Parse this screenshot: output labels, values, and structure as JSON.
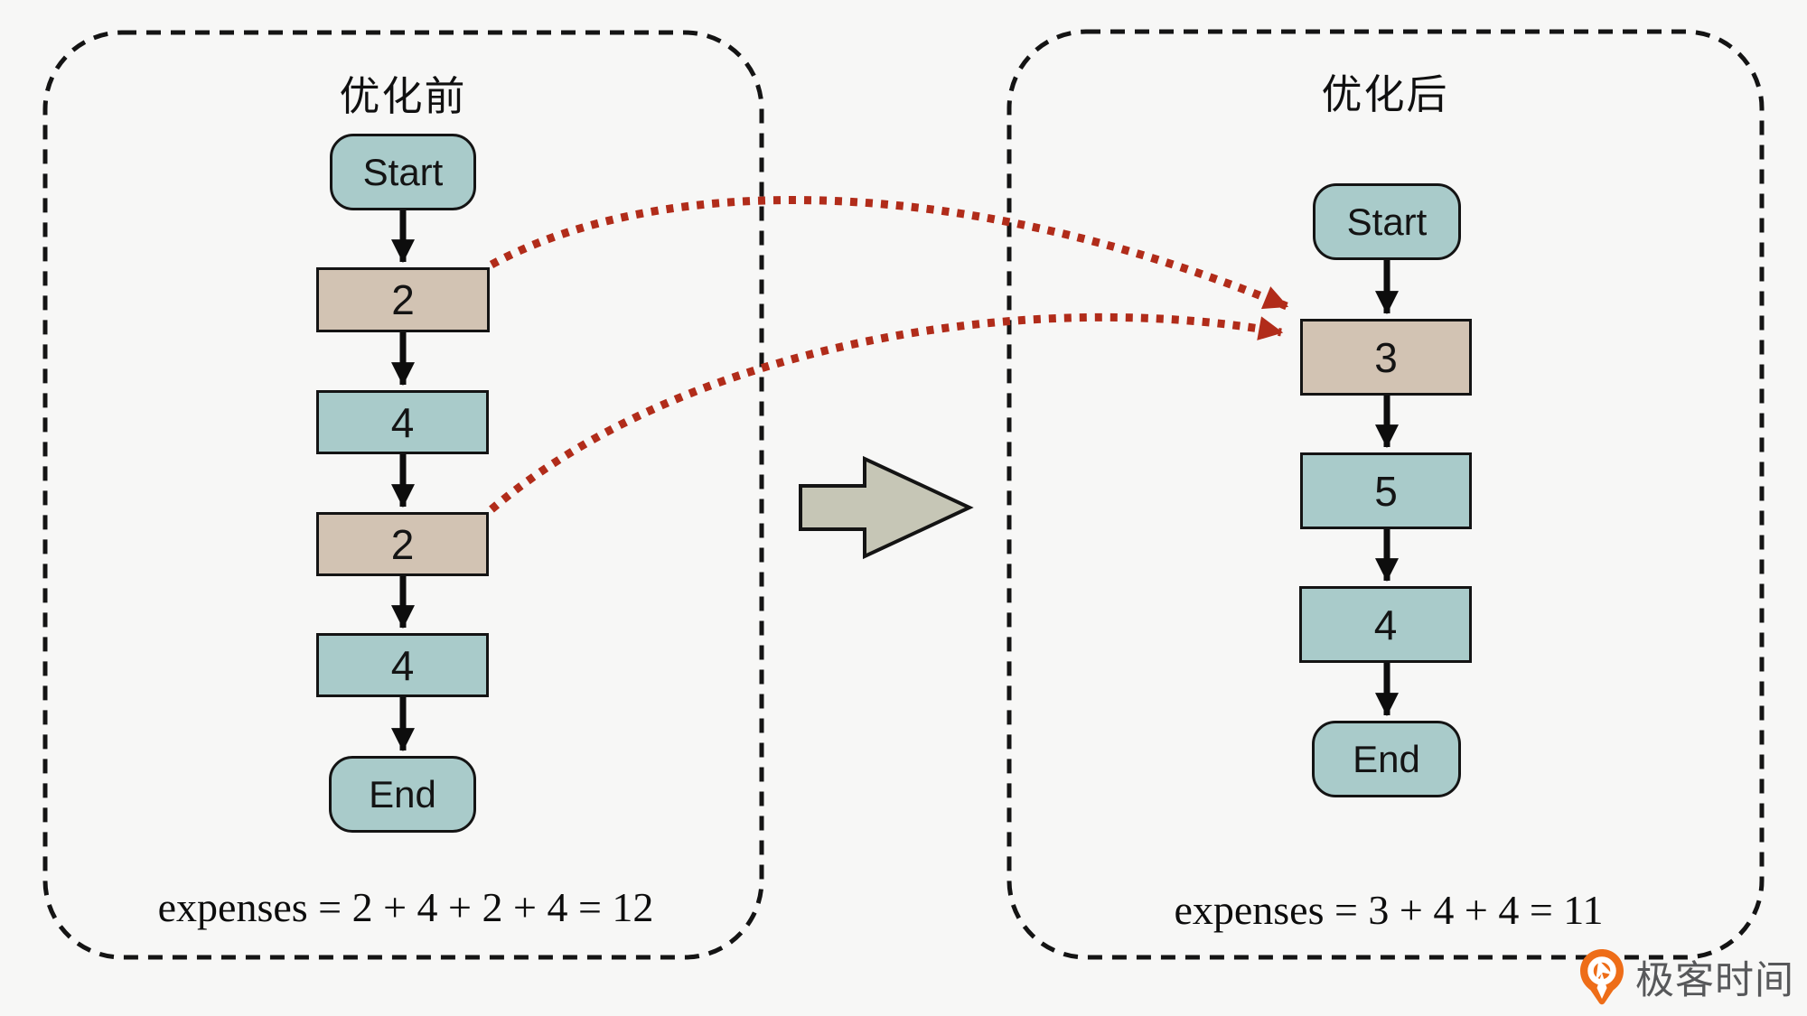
{
  "left_panel": {
    "title": "优化前",
    "nodes": [
      {
        "label": "Start"
      },
      {
        "label": "2"
      },
      {
        "label": "4"
      },
      {
        "label": "2"
      },
      {
        "label": "4"
      },
      {
        "label": "End"
      }
    ],
    "expenses": "expenses = 2 + 4 + 2 + 4 = 12"
  },
  "right_panel": {
    "title": "优化后",
    "nodes": [
      {
        "label": "Start"
      },
      {
        "label": "3"
      },
      {
        "label": "5"
      },
      {
        "label": "4"
      },
      {
        "label": "End"
      }
    ],
    "expenses": "expenses = 3 + 4 + 4 = 11"
  },
  "branding": {
    "logo_text": "极客时间"
  },
  "colors": {
    "background": "#f7f7f6",
    "node_teal": "#a9cbca",
    "node_tan": "#d2c3b3",
    "merge_arrow_red": "#b12c1a",
    "transform_arrow_gray": "#c6c6b6",
    "outline_black": "#141414",
    "logo_orange": "#ee6d18",
    "logo_text_gray": "#57585a"
  }
}
